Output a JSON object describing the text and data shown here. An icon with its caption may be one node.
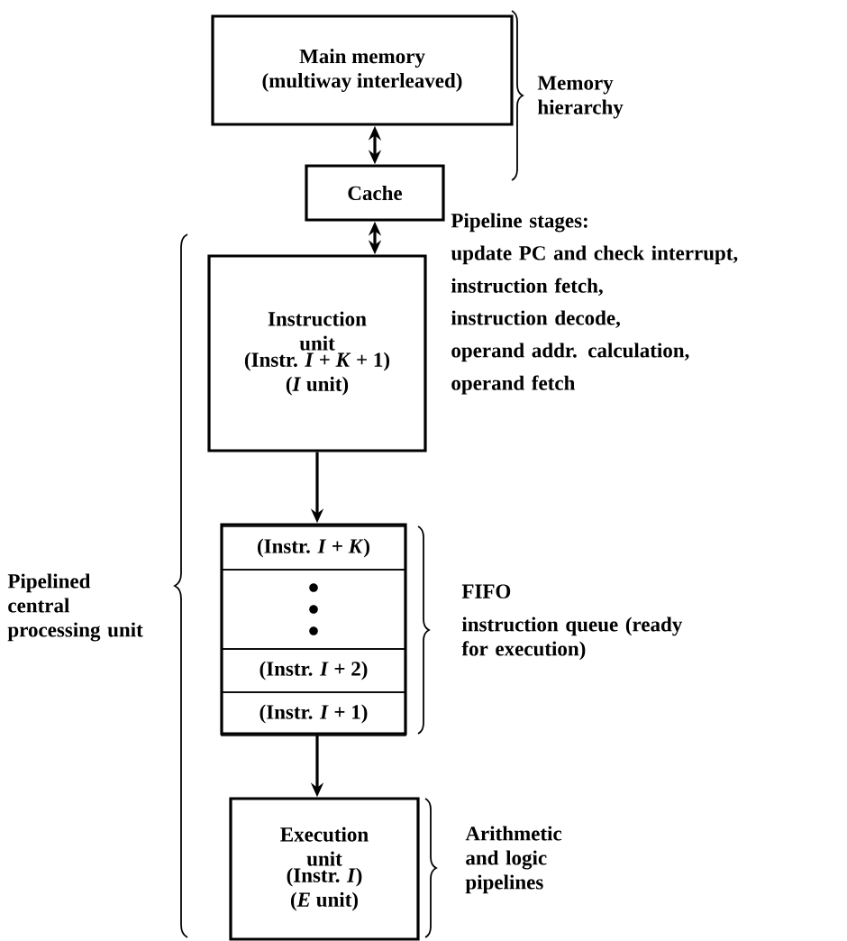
{
  "diagram": {
    "nodes": [
      {
        "text": [
          "Main memory",
          "(multiway interleaved)"
        ]
      },
      {
        "text": [
          "Cache"
        ]
      },
      {
        "text": [
          "Instruction unit",
          "(Instr. *I* + *K* + 1)",
          "(*I* unit)"
        ]
      },
      {
        "text": [],
        "shape": "box"
      },
      {
        "text": [
          "(Instr. *I* + *K*)"
        ],
        "in": 3
      },
      {
        "text": [],
        "shape": "box",
        "in": 3
      },
      {
        "text": [
          "(Instr. *I* + 2)"
        ],
        "in": 3
      },
      {
        "text": [
          "(Instr. *I* + 1)"
        ],
        "in": 3
      },
      {
        "text": [
          "Execution unit",
          "(Instr. *I*)",
          "(*E* unit)"
        ]
      }
    ],
    "edges": [
      {
        "from": 0,
        "to": 1,
        "arrow": "both"
      },
      {
        "from": 1,
        "to": 2,
        "arrow": "both"
      },
      {
        "from": 2,
        "to": 3,
        "arrow": "to"
      },
      {
        "from": 3,
        "to": 8,
        "arrow": "to"
      }
    ],
    "labels": [
      "Memory hierarchy",
      "Pipeline stages:",
      "update PC and check interrupt,",
      "instruction fetch,",
      "instruction decode,",
      "operand addr. calculation,",
      "operand fetch",
      "Pipelined central processing unit",
      "FIFO",
      "instruction queue (ready for execution)",
      "Arithmetic and logic pipelines"
    ]
  }
}
